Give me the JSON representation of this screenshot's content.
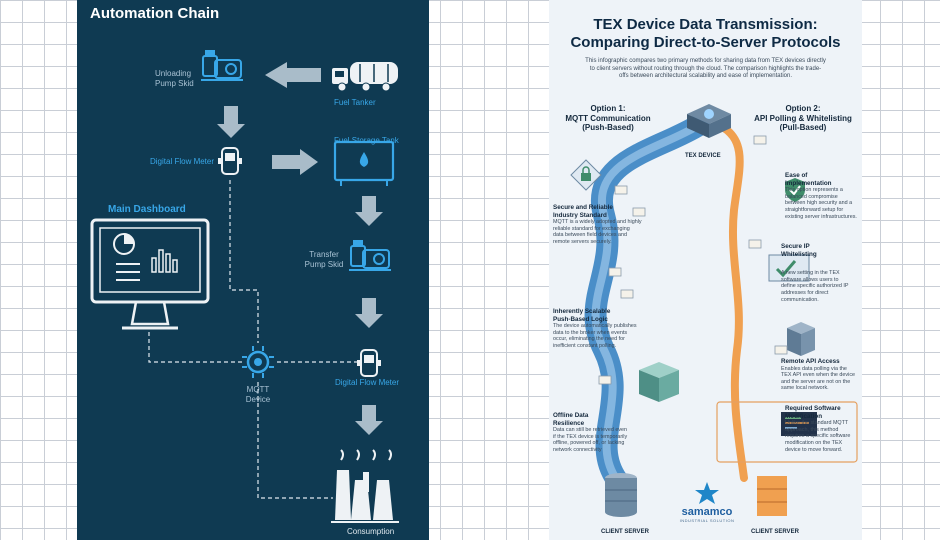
{
  "left": {
    "title": "Automation Chain",
    "nodes": {
      "unloading_pump_skid": [
        "Unloading",
        "Pump Skid"
      ],
      "fuel_tanker": "Fuel Tanker",
      "digital_flow_meter_1": "Digital Flow Meter",
      "fuel_storage_tank": "Fuel Storage Tank",
      "main_dashboard": "Main Dashboard",
      "transfer_pump_skid": [
        "Transfer",
        "Pump Skid"
      ],
      "mqtt_device": [
        "MQTT",
        "Device"
      ],
      "digital_flow_meter_2": "Digital Flow Meter",
      "consumption": "Consumption"
    },
    "colors": {
      "background": "#0f3a52",
      "accent": "#38a7e8",
      "arrow": "#a9bcc9"
    }
  },
  "right": {
    "title": [
      "TEX Device Data Transmission:",
      "Comparing Direct-to-Server Protocols"
    ],
    "intro": [
      "This infographic compares two primary methods for sharing data from TEX devices directly",
      "to client servers without routing through the cloud. The comparison highlights the trade-",
      "offs between architectural scalability and ease of implementation."
    ],
    "option1": [
      "Option 1:",
      "MQTT Communication",
      "(Push-Based)"
    ],
    "option2": [
      "Option 2:",
      "API Polling & Whitelisting",
      "(Pull-Based)"
    ],
    "tex_device": "TEX DEVICE",
    "left_items": [
      {
        "title": [
          "Secure and Reliable",
          "Industry Standard"
        ],
        "text": [
          "MQTT is a widely adopted and highly",
          "reliable standard for exchanging",
          "data between field devices and",
          "remote servers securely."
        ]
      },
      {
        "title": [
          "Inherently Scalable",
          "Push-Based Logic"
        ],
        "text": [
          "The device automatically publishes",
          "data to the broker when events",
          "occur, eliminating the need for",
          "inefficient constant polling."
        ]
      },
      {
        "title": [
          "Offline Data",
          "Resilience"
        ],
        "text": [
          "Data can still be retrieved even",
          "if the TEX device is temporarily",
          "offline, powered off, or lacking",
          "network connectivity"
        ]
      }
    ],
    "right_items": [
      {
        "title": [
          "Ease of",
          "Implementation"
        ],
        "text": [
          "This option represents a",
          "balanced compromise",
          "between high security and a",
          "straightforward setup for",
          "existing server infrastructures."
        ]
      },
      {
        "title": [
          "Secure IP",
          "Whitelisting"
        ],
        "text": [
          "A new setting in the TEX",
          "software allows users to",
          "define specific authorized IP",
          "addresses for direct",
          "communication."
        ]
      },
      {
        "title": [
          "Remote API Access"
        ],
        "text": [
          "Enables data polling via the",
          "TEX API even when the device",
          "and the server are not on the",
          "same local network."
        ]
      },
      {
        "title": [
          "Required Software",
          "Modification"
        ],
        "text": [
          "Unlike the standard MQTT",
          "approach, this method",
          "requires a specific software",
          "modification on the TEX",
          "device to move forward."
        ]
      }
    ],
    "client_server_left": "CLIENT SERVER",
    "client_server_right": "CLIENT SERVER",
    "logo": {
      "name": "samamco",
      "tagline": "INDUSTRIAL SOLUTION"
    },
    "colors": {
      "path_blue": "#4a8ec8",
      "path_orange": "#f0a050",
      "heading": "#0e2a44"
    }
  }
}
